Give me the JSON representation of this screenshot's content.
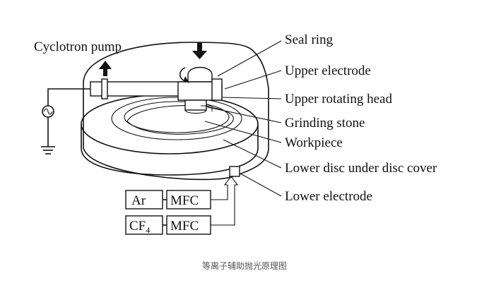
{
  "diagram": {
    "labels": {
      "pump": "Cyclotron pump",
      "seal_ring": "Seal ring",
      "upper_electrode": "Upper electrode",
      "upper_rotating_head": "Upper rotating head",
      "grinding_stone": "Grinding stone",
      "workpiece": "Workpiece",
      "lower_disc": "Lower disc under disc cover",
      "lower_electrode": "Lower electrode"
    },
    "gas_boxes": {
      "ar": "Ar",
      "mfc1": "MFC",
      "cf4_base": "CF",
      "cf4_sub": "4",
      "mfc2": "MFC"
    }
  },
  "caption": "等离子辅助抛光原理图"
}
